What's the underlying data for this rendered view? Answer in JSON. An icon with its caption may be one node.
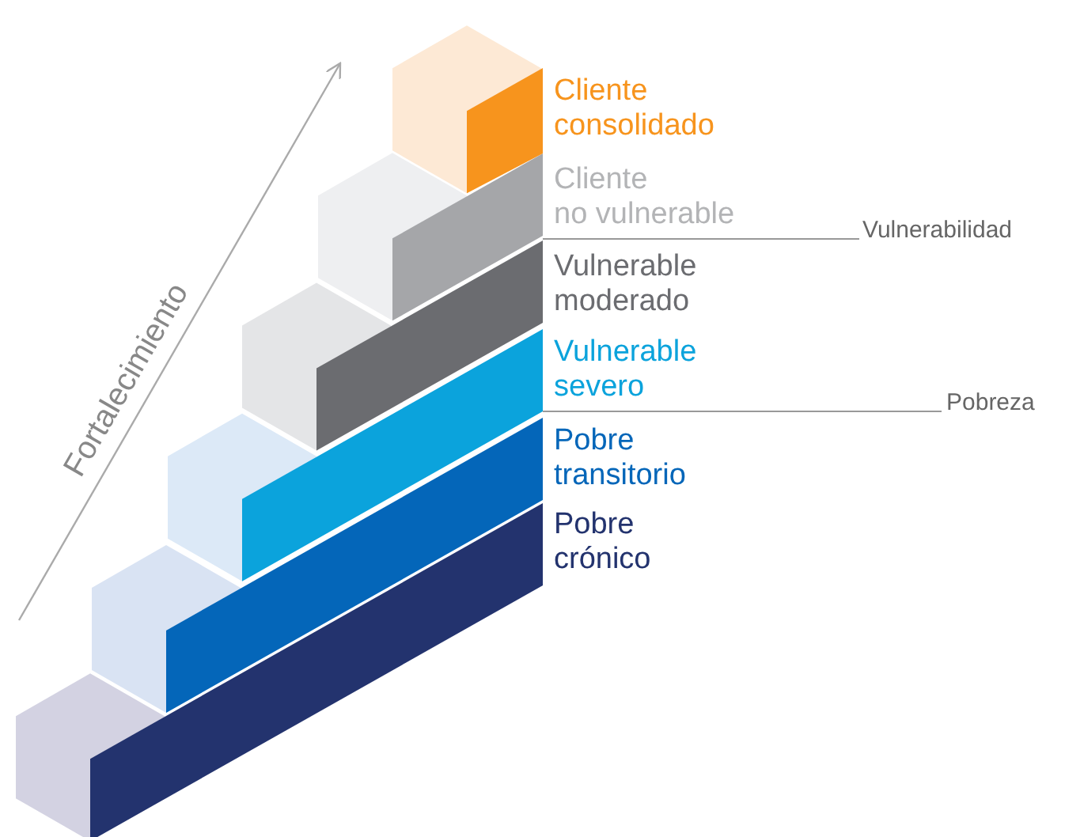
{
  "diagram": {
    "labels": [
      "Cliente consolidado",
      "Cliente no vulnerable",
      "Vulnerabilidad",
      "Vulnerable moderado",
      "Vulnerable severo",
      "Pobreza",
      "Pobre transitorio",
      "Pobre crónico",
      "Fortalecimiento"
    ]
  }
}
